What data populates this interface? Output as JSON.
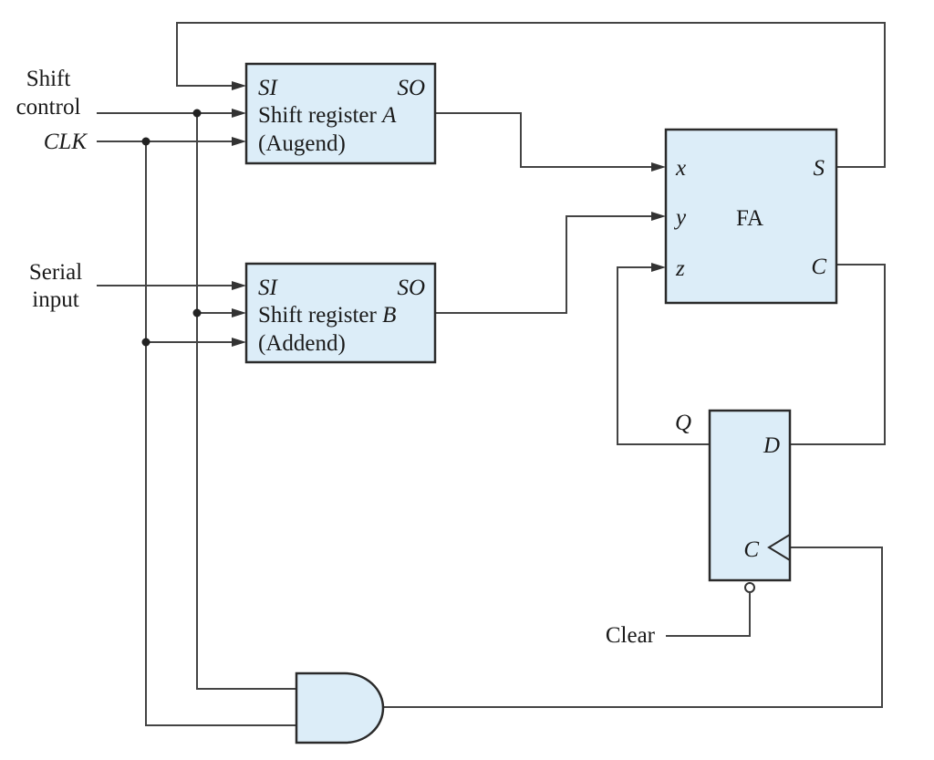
{
  "inputs": {
    "shift_line1": "Shift",
    "shift_line2": "control",
    "clk": "CLK",
    "serial_line1": "Serial",
    "serial_line2": "input",
    "clear": "Clear"
  },
  "register_a": {
    "si": "SI",
    "so": "SO",
    "name": "Shift register ",
    "letter": "A",
    "role": "(Augend)"
  },
  "register_b": {
    "si": "SI",
    "so": "SO",
    "name": "Shift register ",
    "letter": "B",
    "role": "(Addend)"
  },
  "full_adder": {
    "label": "FA",
    "x": "x",
    "y": "y",
    "z": "z",
    "s": "S",
    "c": "C"
  },
  "flip_flop": {
    "q": "Q",
    "d": "D",
    "c": "C"
  },
  "colors": {
    "block_fill": "#dcedf8",
    "wire": "#444444"
  }
}
